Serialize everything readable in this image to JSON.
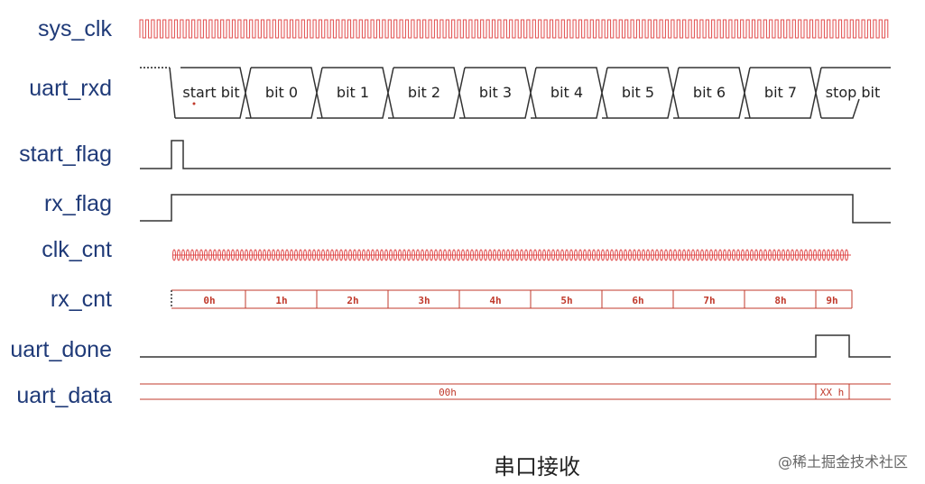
{
  "signals": {
    "sys_clk": "sys_clk",
    "uart_rxd": "uart_rxd",
    "start_flag": "start_flag",
    "rx_flag": "rx_flag",
    "clk_cnt": "clk_cnt",
    "rx_cnt": "rx_cnt",
    "uart_done": "uart_done",
    "uart_data": "uart_data"
  },
  "uart_rxd_bits": [
    "start bit",
    "bit 0",
    "bit 1",
    "bit 2",
    "bit 3",
    "bit 4",
    "bit 5",
    "bit 6",
    "bit 7",
    "stop bit"
  ],
  "rx_cnt_values": [
    "0h",
    "1h",
    "2h",
    "3h",
    "4h",
    "5h",
    "6h",
    "7h",
    "8h",
    "9h"
  ],
  "uart_data_values": [
    "00h",
    "XX h"
  ],
  "caption": "串口接收",
  "watermark": "@稀土掘金技术社区",
  "colors": {
    "label": "#1f3a78",
    "wave": "#333333",
    "bus": "#c0392b",
    "clock": "#e04b4b"
  }
}
